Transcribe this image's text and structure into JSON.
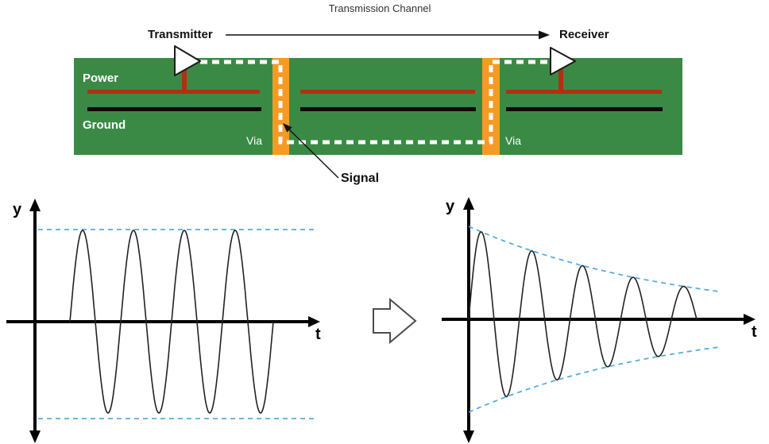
{
  "title": "Transmission Channel",
  "pcb": {
    "transmitter_label": "Transmitter",
    "receiver_label": "Receiver",
    "power_label": "Power",
    "ground_label": "Ground",
    "via_left_label": "Via",
    "via_right_label": "Via",
    "signal_label": "Signal"
  },
  "colors": {
    "board_green": "#3a8a46",
    "via_orange": "#f59b25",
    "power_red": "#b22f10",
    "ground_black": "#0a0a0a",
    "signal_trace_white": "#ffffff",
    "envelope_blue": "#56ace0",
    "wave_black": "#222222",
    "flow_arrow_gray": "#4a4a4a"
  },
  "chart_data": [
    {
      "id": "input-signal",
      "type": "line",
      "waveform": "sine",
      "xlabel": "t",
      "ylabel": "y",
      "amplitude": 1,
      "cycles": 4,
      "decay_total": 0,
      "starts_at": "zero-crossing-rising",
      "envelope": {
        "shape": "constant",
        "style": "dashed",
        "levels": [
          1,
          -1
        ]
      },
      "grid": false,
      "axis_arrows": [
        "y-up",
        "y-down",
        "t-right"
      ]
    },
    {
      "id": "output-signal",
      "type": "line",
      "waveform": "damped-sine",
      "xlabel": "t",
      "ylabel": "y",
      "amplitude": 1,
      "cycles": 4.5,
      "decay_total": 1.1,
      "starts_at": "origin-rising",
      "envelope": {
        "shape": "exponential",
        "style": "dashed",
        "symmetric": true
      },
      "grid": false,
      "axis_arrows": [
        "y-up",
        "y-down",
        "t-right"
      ]
    }
  ]
}
